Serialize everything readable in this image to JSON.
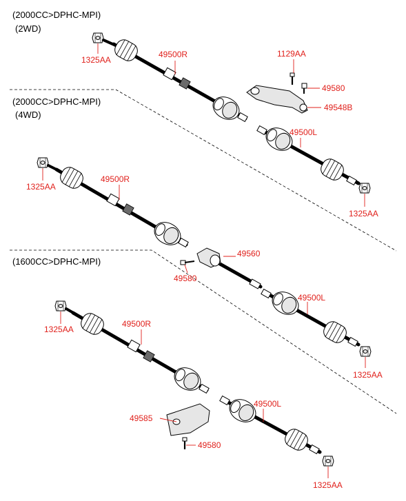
{
  "captions": {
    "section_2wd_engine": "(2000CC>DPHC-MPI)",
    "section_2wd_drive": "(2WD)",
    "section_4wd_engine": "(2000CC>DPHC-MPI)",
    "section_4wd_drive": "(4WD)",
    "section_1600_engine": "(1600CC>DPHC-MPI)"
  },
  "labels": {
    "nut_2wd": "1325AA",
    "shaft_r_2wd": "49500R",
    "bolt_1129": "1129AA",
    "bolt_49580_top": "49580",
    "bracket_49548": "49548B",
    "shaft_l_2wd": "49500L",
    "nut_2wd_left": "1325AA",
    "nut_4wd": "1325AA",
    "shaft_r_4wd": "49500R",
    "inter_shaft": "49560",
    "bolt_49580_mid": "49580",
    "shaft_l_4wd": "49500L",
    "nut_4wd_left": "1325AA",
    "nut_1600": "1325AA",
    "shaft_r_1600": "49500R",
    "bracket_49585": "49585",
    "bolt_49580_low": "49580",
    "shaft_l_1600": "49500L",
    "nut_1600_left": "1325AA"
  },
  "colors": {
    "label": "#e0201b",
    "line": "#000000"
  }
}
